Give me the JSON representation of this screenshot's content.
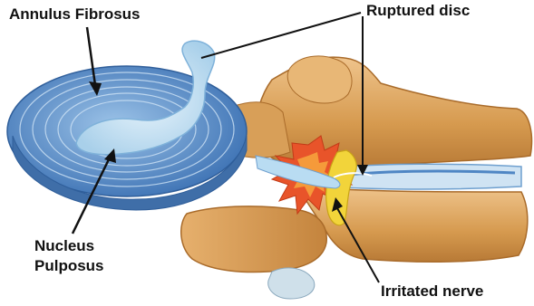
{
  "labels": {
    "annulus": "Annulus Fibrosus",
    "ruptured": "Ruptured disc",
    "nucleus_line1": "Nucleus",
    "nucleus_line2": "Pulposus",
    "irritated": "Irritated nerve"
  },
  "colors": {
    "disc_blue": "#5f93d0",
    "disc_light": "#b3d6ee",
    "bone": "#d69a4f",
    "bone_light": "#efc48c",
    "bone_dark": "#a96b2a",
    "inflammation": "#e8542a",
    "nerve_yellow": "#f2d43a",
    "leader_line": "#111111"
  }
}
